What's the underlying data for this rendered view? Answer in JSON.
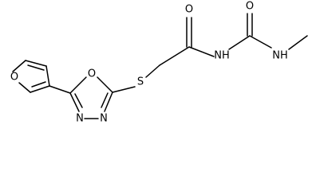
{
  "atoms": {
    "furan_oxygen": "O",
    "oxadiazole_oxygen": "O",
    "oxadiazole_n3": "N",
    "oxadiazole_n4": "N",
    "sulfur": "S",
    "carbonyl_oxygen_acyl": "O",
    "imide_nh": "NH",
    "carbonyl_oxygen_urea": "O",
    "methylamine_nh": "NH"
  }
}
